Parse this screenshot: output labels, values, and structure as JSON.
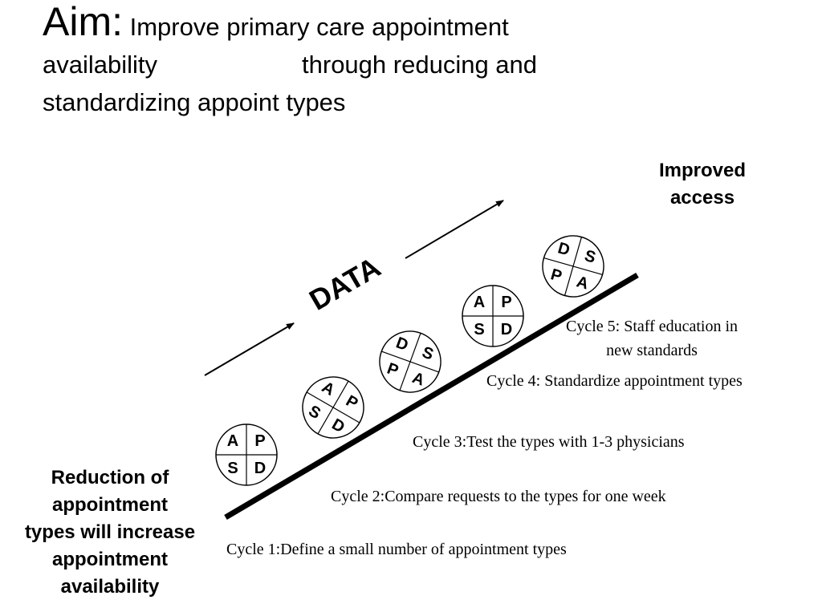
{
  "title": {
    "aim": "Aim:",
    "line1": "Improve primary care appointment",
    "line2a": "availability",
    "line2b": "through reducing and",
    "line3": "standardizing appoint types"
  },
  "outcome_label": [
    "Improved",
    "access"
  ],
  "start_label": [
    "Reduction of",
    "appointment",
    "types will increase",
    "appointment",
    "availability"
  ],
  "data_label": "DATA",
  "cycles": [
    {
      "label": "Cycle 1:Define a small number of appointment types"
    },
    {
      "label": "Cycle 2:Compare requests to the types for one week"
    },
    {
      "label": "Cycle 3:Test the types with 1-3 physicians"
    },
    {
      "label": "Cycle 4: Standardize appointment types"
    },
    {
      "label": "Cycle 5: Staff education in",
      "label2": "new standards"
    }
  ],
  "pdsa_wheels": [
    {
      "top_left": "A",
      "top_right": "P",
      "bottom_left": "S",
      "bottom_right": "D"
    },
    {
      "top_left": "A",
      "top_right": "P",
      "bottom_left": "S",
      "bottom_right": "D"
    },
    {
      "top_left": "D",
      "top_right": "S",
      "bottom_left": "P",
      "bottom_right": "A"
    },
    {
      "top_left": "A",
      "top_right": "P",
      "bottom_left": "S",
      "bottom_right": "D"
    },
    {
      "top_left": "D",
      "top_right": "S",
      "bottom_left": "P",
      "bottom_right": "A"
    }
  ]
}
